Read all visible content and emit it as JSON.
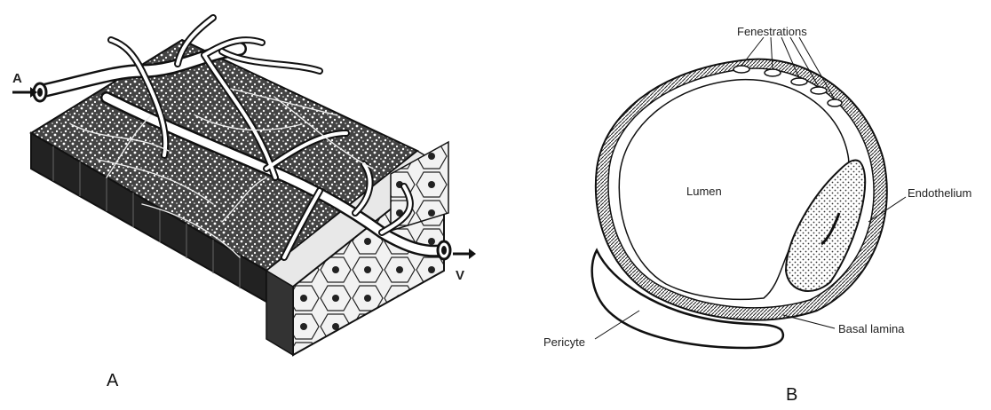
{
  "panel_a": {
    "letter": "A",
    "arrow_in_label": "A",
    "arrow_out_label": "V"
  },
  "panel_b": {
    "letter": "B",
    "labels": {
      "fenestrations": "Fenestrations",
      "lumen": "Lumen",
      "endothelium": "Endothelium",
      "basal_lamina": "Basal lamina",
      "pericyte": "Pericyte"
    }
  },
  "colors": {
    "ink": "#1a1a1a",
    "background": "#ffffff"
  }
}
